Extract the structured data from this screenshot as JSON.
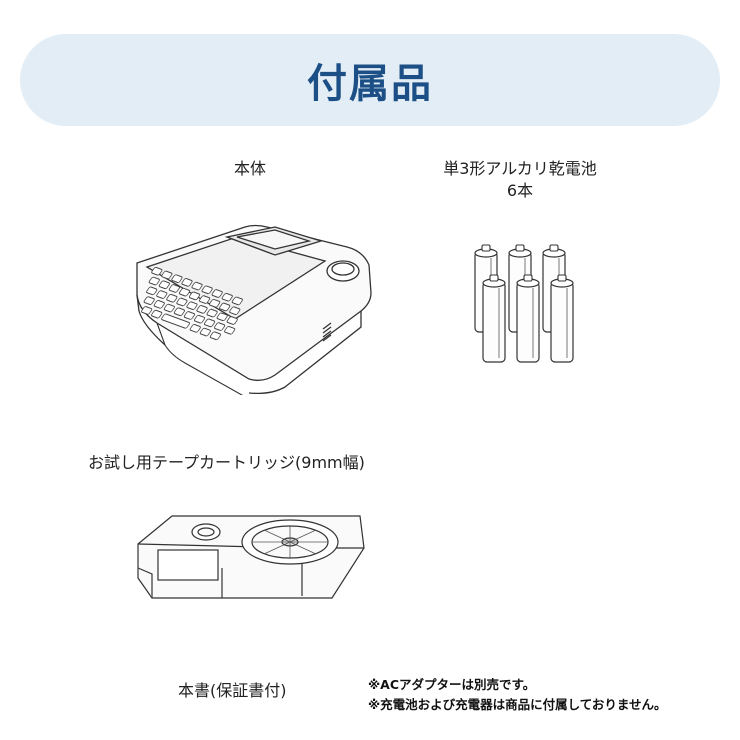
{
  "header": {
    "title": "付属品"
  },
  "items": {
    "main_unit": {
      "label": "本体"
    },
    "batteries": {
      "label_line1": "単3形アルカリ乾電池",
      "label_line2": "6本"
    },
    "tape_cartridge": {
      "label": "お試し用テープカートリッジ(9mm幅)"
    },
    "manual": {
      "label": "本書(保証書付)"
    }
  },
  "notes": [
    "※ACアダプターは別売です。",
    "※充電池および充電器は商品に付属しておりません。"
  ],
  "colors": {
    "banner_bg": "#e3edf6",
    "banner_text": "#1b4f86"
  }
}
